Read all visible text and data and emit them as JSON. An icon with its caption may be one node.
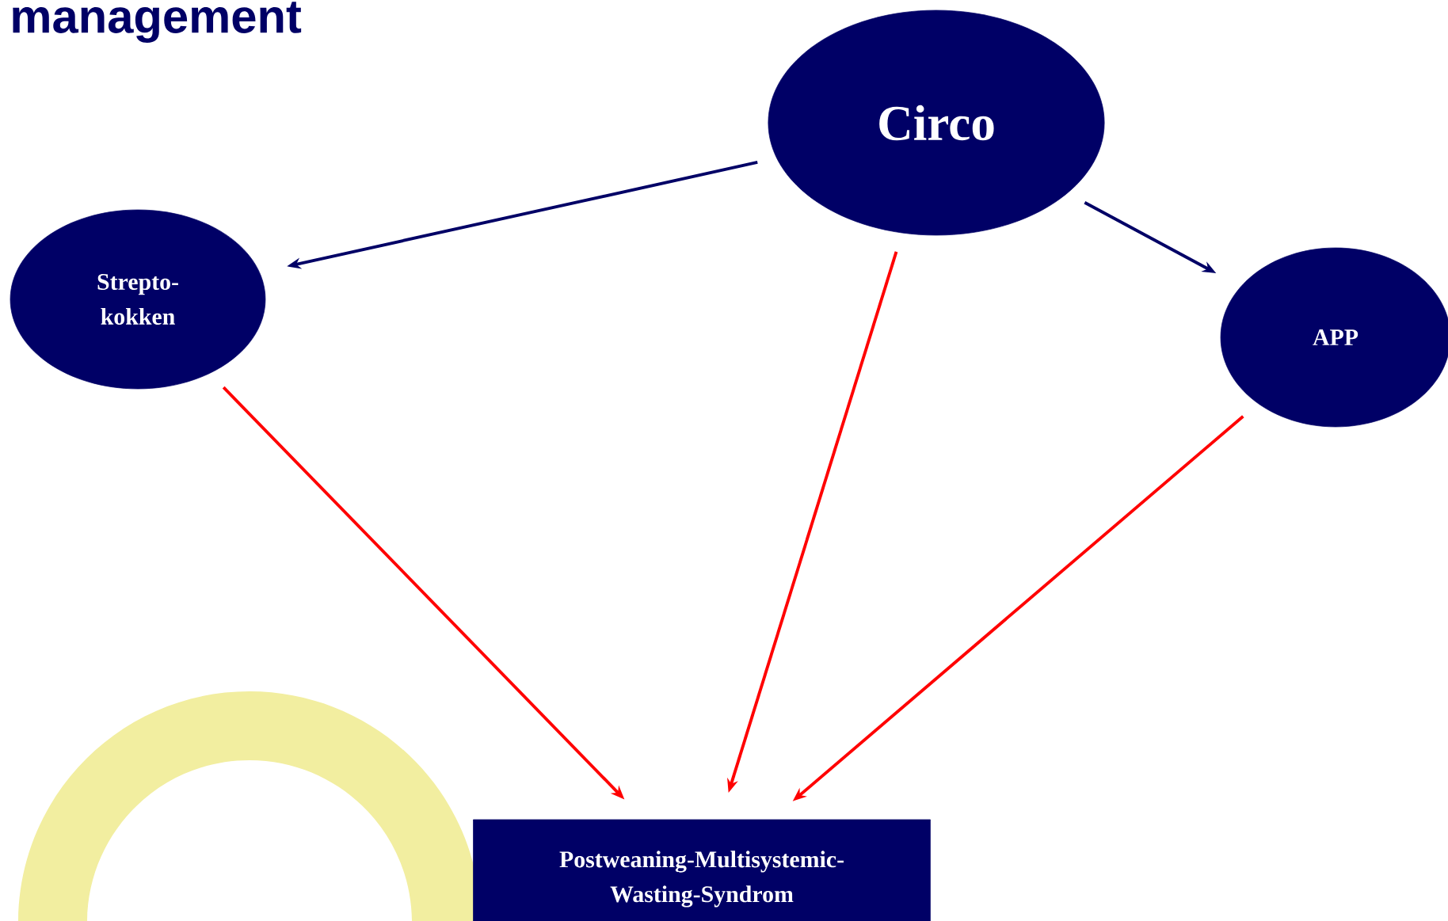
{
  "diagram": {
    "title": "management",
    "nodes": [
      {
        "text": [
          "Circo"
        ]
      },
      {
        "text": [
          "Strepto- kokken"
        ]
      },
      {
        "text": [
          "APP"
        ]
      },
      {
        "text": [
          "Postweaning-Multisystemic- Wasting-Syndrom"
        ]
      }
    ],
    "edges": [
      {
        "from": 0,
        "to": 1,
        "arrow": "to",
        "color": "#000066"
      },
      {
        "from": 0,
        "to": 2,
        "arrow": "to",
        "color": "#000066"
      },
      {
        "from": 1,
        "to": 3,
        "arrow": "to"
      },
      {
        "from": 0,
        "to": 3,
        "arrow": "to"
      },
      {
        "from": 2,
        "to": 3,
        "arrow": "to"
      }
    ]
  }
}
